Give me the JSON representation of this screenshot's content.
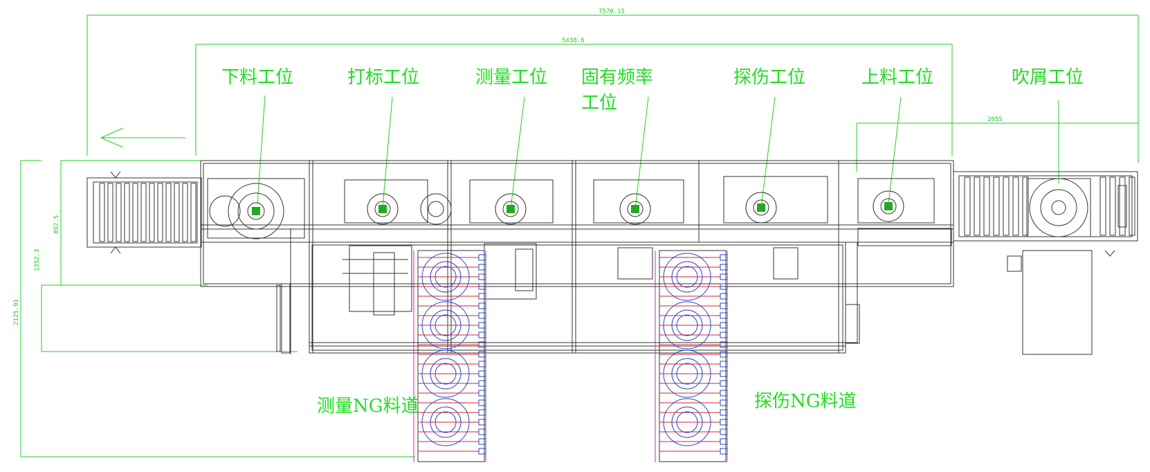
{
  "labels": {
    "unload": "下料工位",
    "marking": "打标工位",
    "measure": "测量工位",
    "natural_freq_line1": "固有频率",
    "natural_freq_line2": "工位",
    "flaw": "探伤工位",
    "load": "上料工位",
    "blow": "吹屑工位",
    "measure_ng": "测量NG料道",
    "flaw_ng": "探伤NG料道"
  },
  "dimensions": {
    "overall_length": "7570.15",
    "machine_length": "5438.6",
    "blow_length": "2055",
    "height_1": "892.5",
    "height_2": "1352.3",
    "height_3": "2125.01"
  },
  "colors": {
    "annotation": "#22dd22",
    "drawing": "#333333",
    "ng_lane_blue": "#2244cc",
    "ng_lane_red": "#dd2222",
    "ng_lane_magenta": "#cc22cc"
  }
}
